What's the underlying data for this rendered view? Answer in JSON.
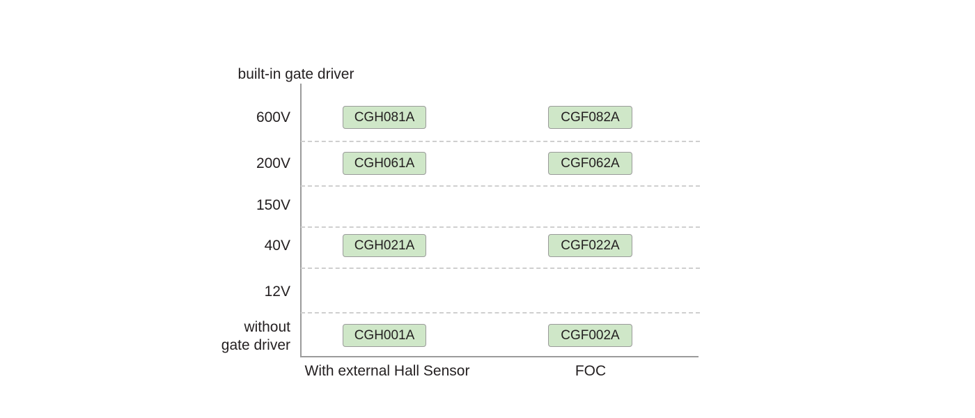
{
  "chart_data": {
    "type": "table",
    "title": "",
    "ylabel": "built-in gate driver",
    "xlabel": "",
    "grid": true,
    "legend": "none",
    "categories": [
      "With external Hall Sensor",
      "FOC"
    ],
    "rows": [
      "600V",
      "200V",
      "150V",
      "40V",
      "12V",
      "without gate driver"
    ],
    "cells": [
      {
        "row": "600V",
        "column": "With external Hall Sensor",
        "label": "CGH081A"
      },
      {
        "row": "600V",
        "column": "FOC",
        "label": "CGF082A"
      },
      {
        "row": "200V",
        "column": "With external Hall Sensor",
        "label": "CGH061A"
      },
      {
        "row": "200V",
        "column": "FOC",
        "label": "CGF062A"
      },
      {
        "row": "150V",
        "column": "With external Hall Sensor",
        "label": ""
      },
      {
        "row": "150V",
        "column": "FOC",
        "label": ""
      },
      {
        "row": "40V",
        "column": "With external Hall Sensor",
        "label": "CGH021A"
      },
      {
        "row": "40V",
        "column": "FOC",
        "label": "CGF022A"
      },
      {
        "row": "12V",
        "column": "With external Hall Sensor",
        "label": ""
      },
      {
        "row": "12V",
        "column": "FOC",
        "label": ""
      },
      {
        "row": "without gate driver",
        "column": "With external Hall Sensor",
        "label": "CGH001A"
      },
      {
        "row": "without gate driver",
        "column": "FOC",
        "label": "CGF002A"
      }
    ],
    "colors": {
      "box_fill": "#cfe7c8",
      "box_border": "#9a9a9a",
      "axis": "#9b9b9b",
      "gridline": "#cfcfcf",
      "text": "#231f20",
      "background": "#ffffff"
    }
  },
  "axis": {
    "y_title": "built-in gate driver",
    "y_ticks": [
      {
        "line1": "600V",
        "line2": ""
      },
      {
        "line1": "200V",
        "line2": ""
      },
      {
        "line1": "150V",
        "line2": ""
      },
      {
        "line1": "40V",
        "line2": ""
      },
      {
        "line1": "12V",
        "line2": ""
      },
      {
        "line1": "without",
        "line2": "gate driver"
      }
    ],
    "x_ticks": [
      "With external Hall Sensor",
      "FOC"
    ]
  },
  "boxes": {
    "cgh081a": "CGH081A",
    "cgf082a": "CGF082A",
    "cgh061a": "CGH061A",
    "cgf062a": "CGF062A",
    "cgh021a": "CGH021A",
    "cgf022a": "CGF022A",
    "cgh001a": "CGH001A",
    "cgf002a": "CGF002A"
  }
}
